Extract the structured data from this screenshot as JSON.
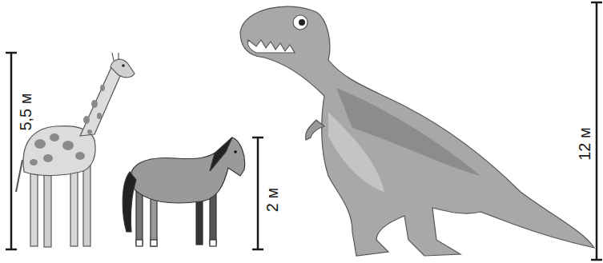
{
  "diagram": {
    "labels": [
      "5,5 м",
      "2 м",
      "12 м"
    ]
  }
}
